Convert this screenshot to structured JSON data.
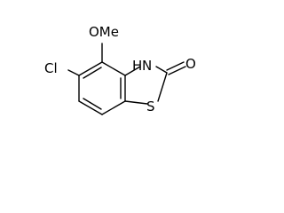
{
  "molecule": {
    "atoms": {
      "methoxy": "OMe",
      "chloro": "Cl",
      "amine": "H",
      "nitrogen": "N",
      "carbonyl_oxygen": "O",
      "sulfur": "S"
    }
  }
}
